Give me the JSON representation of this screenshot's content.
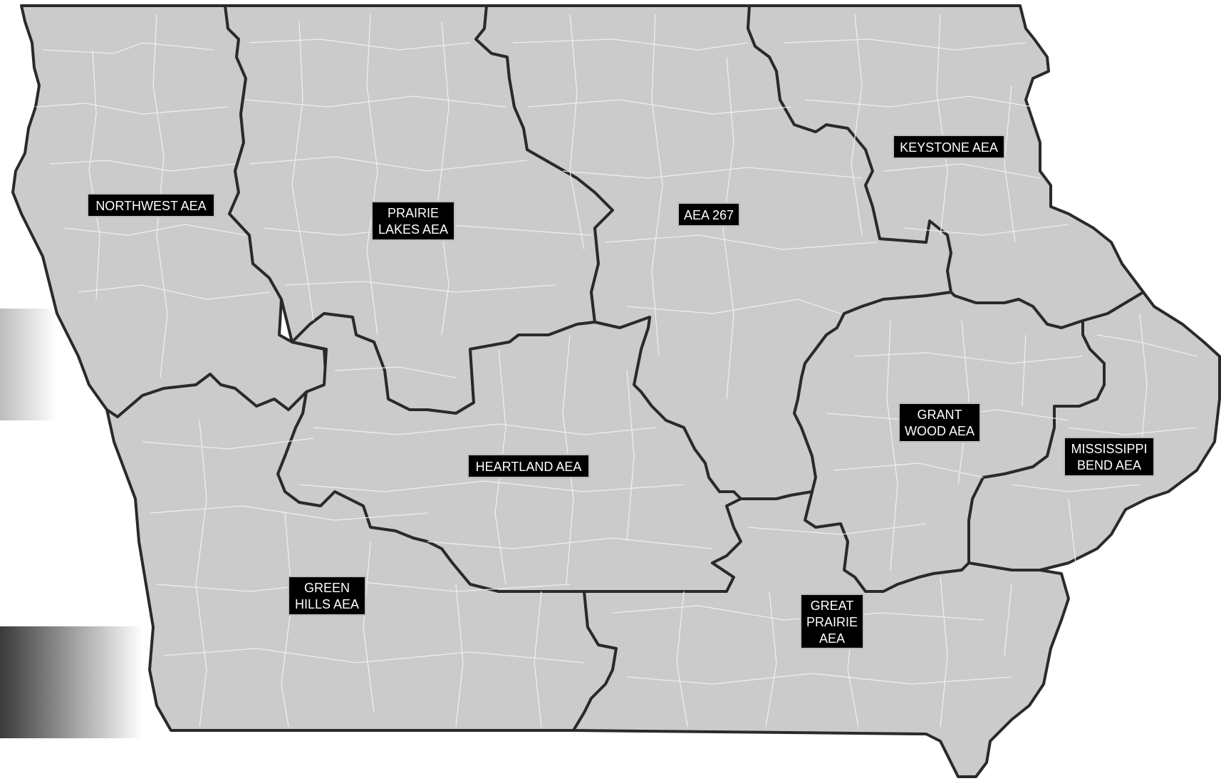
{
  "map": {
    "regions": [
      {
        "id": "northwest",
        "label_lines": [
          "NORTHWEST AEA"
        ]
      },
      {
        "id": "prairie-lakes",
        "label_lines": [
          "PRAIRIE",
          "LAKES AEA"
        ]
      },
      {
        "id": "aea-267",
        "label_lines": [
          "AEA 267"
        ]
      },
      {
        "id": "keystone",
        "label_lines": [
          "KEYSTONE AEA"
        ]
      },
      {
        "id": "grant-wood",
        "label_lines": [
          "GRANT",
          "WOOD AEA"
        ]
      },
      {
        "id": "mississippi-bend",
        "label_lines": [
          "MISSISSIPPI",
          "BEND AEA"
        ]
      },
      {
        "id": "heartland",
        "label_lines": [
          "HEARTLAND AEA"
        ]
      },
      {
        "id": "green-hills",
        "label_lines": [
          "GREEN",
          "HILLS AEA"
        ]
      },
      {
        "id": "great-prairie",
        "label_lines": [
          "GREAT",
          "PRAIRIE",
          "AEA"
        ]
      }
    ],
    "colors": {
      "fill": "#cbcbcb",
      "boundary": "#2a2a2a",
      "district_lines": "#f2f2f2",
      "label_bg": "#000000",
      "label_text": "#ffffff"
    }
  }
}
